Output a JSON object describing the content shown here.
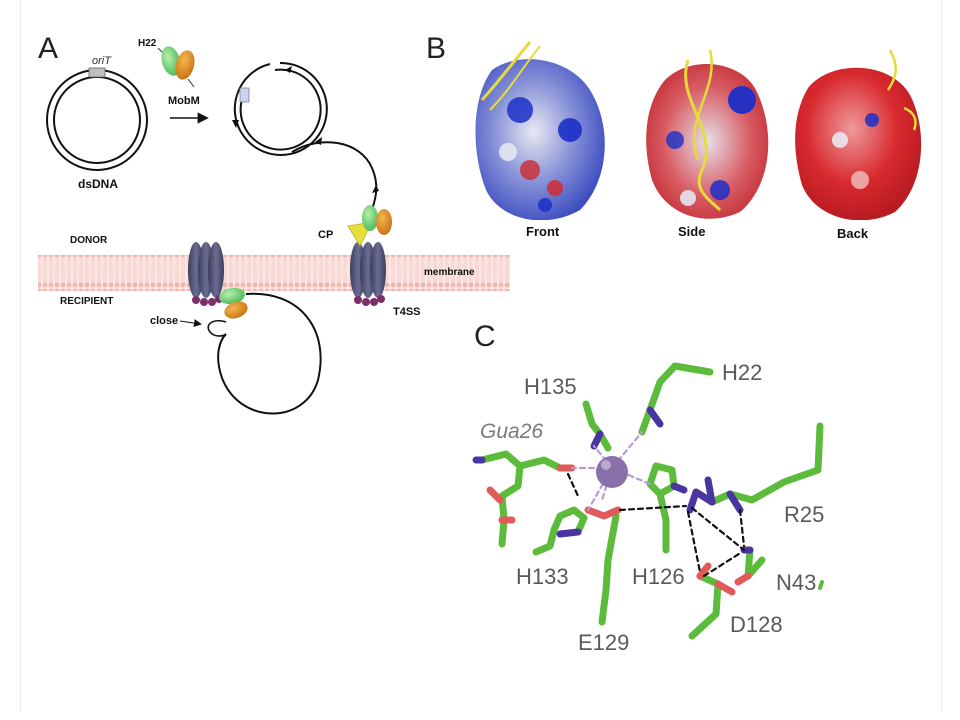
{
  "panels": {
    "a": {
      "letter": "A",
      "labels": {
        "oriT": "oriT",
        "dsdna": "dsDNA",
        "h22": "H22",
        "mobm": "MobM",
        "donor": "DONOR",
        "recipient": "RECIPIENT",
        "cp": "CP",
        "membrane": "membrane",
        "t4ss": "T4SS",
        "close": "close"
      },
      "colors": {
        "membrane": "#f4c5bf",
        "t4ss": "#4e5070",
        "mobm_green": "#6fd17a",
        "mobm_orange": "#e08a1c",
        "coupling_protein": "#e8e03a",
        "beads": "#7a2f6a"
      }
    },
    "b": {
      "letter": "B",
      "views": [
        "Front",
        "Side",
        "Back"
      ],
      "colors": {
        "positive": "#1c2fc8",
        "negative": "#d8262a",
        "neutral": "#e6e6f0",
        "dna": "#e4dc3a"
      }
    },
    "c": {
      "letter": "C",
      "residues": {
        "h22": "H22",
        "h135": "H135",
        "gua26": "Gua26",
        "r25": "R25",
        "h133": "H133",
        "h126": "H126",
        "n43": "N43",
        "e129": "E129",
        "d128": "D128"
      },
      "colors": {
        "carbon": "#5dbb3c",
        "nitrogen": "#4a35a0",
        "oxygen": "#e05a5a",
        "metal": "#8a70aa"
      }
    }
  }
}
